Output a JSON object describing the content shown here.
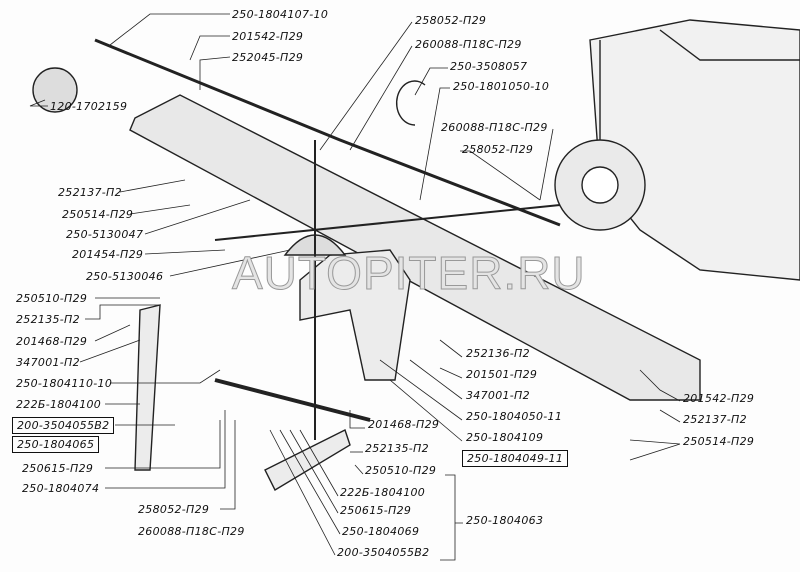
{
  "watermark": "AUTOPITER.RU",
  "labels": [
    "250-1804107-10",
    "201542-П29",
    "252045-П29",
    "120-1702159",
    "252137-П2",
    "250514-П29",
    "250-5130047",
    "201454-П29",
    "250-5130046",
    "250510-П29",
    "252135-П2",
    "201468-П29",
    "347001-П2",
    "250-1804110-10",
    "222Б-1804100",
    "200-3504055В2",
    "250-1804065",
    "250615-П29",
    "250-1804074",
    "258052-П29",
    "260088-П18С-П29",
    "258052-П29",
    "260088-П18С-П29",
    "250-3508057",
    "250-1801050-10",
    "260088-П18С-П29",
    "258052-П29",
    "252136-П2",
    "201501-П29",
    "347001-П2",
    "250-1804050-11",
    "250-1804109",
    "250-1804049-11",
    "201468-П29",
    "252135-П2",
    "250510-П29",
    "222Б-1804100",
    "250615-П29",
    "250-1804069",
    "200-3504055В2",
    "250-1804063",
    "201542-П29",
    "252137-П2",
    "250514-П29"
  ]
}
